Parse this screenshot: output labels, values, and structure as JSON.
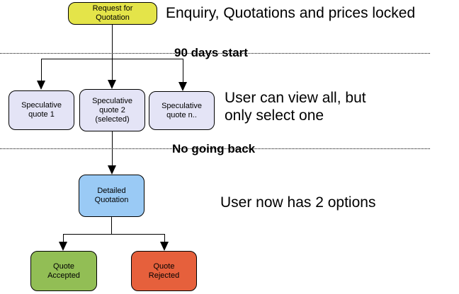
{
  "annotations": {
    "top_note": "Enquiry, Quotations and prices locked",
    "divider1_label": "90 days start",
    "middle_note": "User can view all, but\nonly select one",
    "divider2_label": "No going back",
    "bottom_note": "User now has 2 options"
  },
  "nodes": {
    "request": {
      "label": "Request for\nQuotation",
      "color": "#E4E449"
    },
    "spec1": {
      "label": "Speculative\nquote 1",
      "color": "#E4E4F6"
    },
    "spec2": {
      "label": "Speculative\nquote 2\n(selected)",
      "color": "#E4E4F6"
    },
    "spec3": {
      "label": "Speculative\nquote n..",
      "color": "#E4E4F6"
    },
    "detailed": {
      "label": "Detailed\nQuotation",
      "color": "#9ACAF5"
    },
    "accepted": {
      "label": "Quote\nAccepted",
      "color": "#92BE55"
    },
    "rejected": {
      "label": "Quote\nRejected",
      "color": "#E6603C"
    }
  },
  "edges": [
    {
      "from": "request",
      "to": "spec1"
    },
    {
      "from": "request",
      "to": "spec2"
    },
    {
      "from": "request",
      "to": "spec3"
    },
    {
      "from": "spec2",
      "to": "detailed"
    },
    {
      "from": "detailed",
      "to": "accepted"
    },
    {
      "from": "detailed",
      "to": "rejected"
    }
  ],
  "colors": {
    "line": "#000000",
    "background": "#ffffff"
  }
}
